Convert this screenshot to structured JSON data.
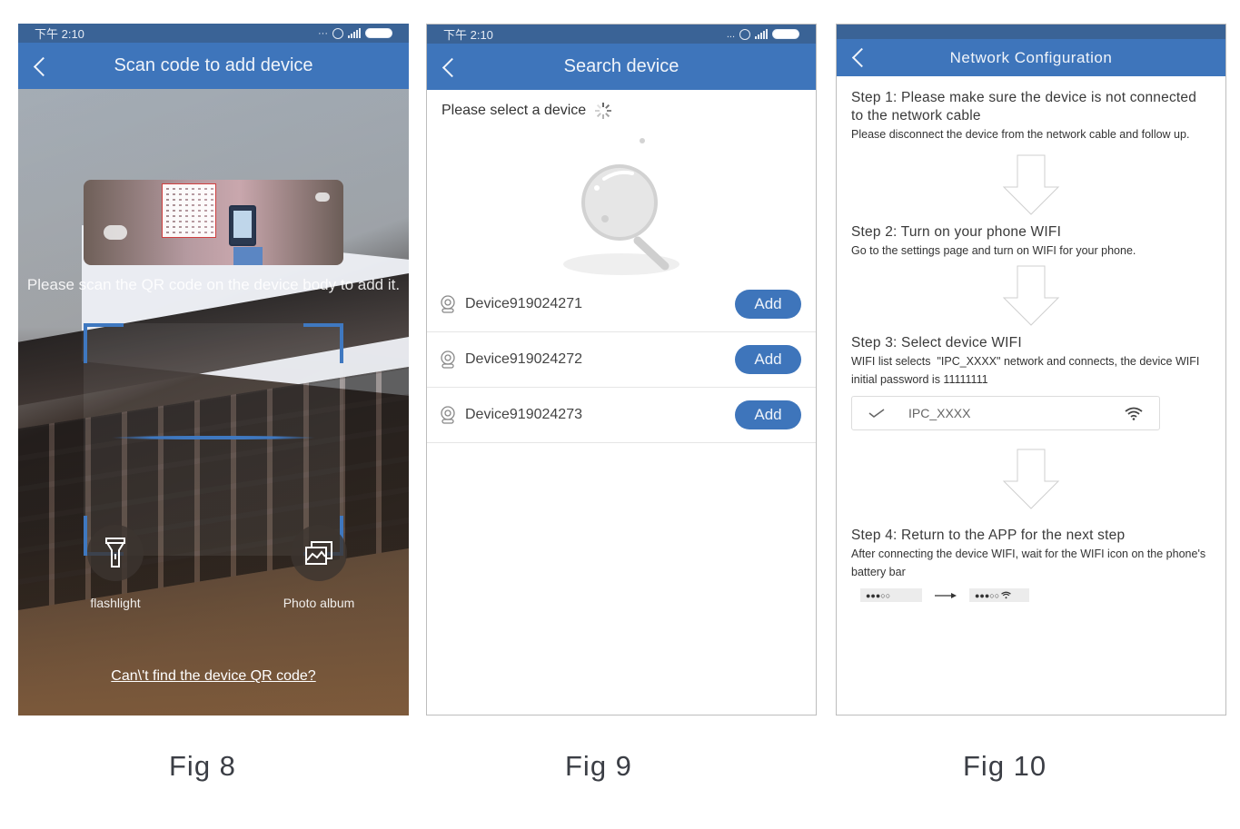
{
  "status_bar": {
    "time": "下午 2:10",
    "dots": "···"
  },
  "fig8": {
    "title": "Scan code to add device",
    "instruction": "Please scan the QR code on the device body to add it.",
    "tools": [
      {
        "id": "flashlight",
        "label": "flashlight",
        "icon": "flashlight-icon"
      },
      {
        "id": "album",
        "label": "Photo album",
        "icon": "photo-album-icon"
      }
    ],
    "help_link": "Can\\'t find the device QR code?",
    "caption": "Fig  8"
  },
  "fig9": {
    "title": "Search device",
    "prompt": "Please select a device",
    "devices": [
      {
        "name": "Device919024271",
        "action": "Add"
      },
      {
        "name": "Device919024272",
        "action": "Add"
      },
      {
        "name": "Device919024273",
        "action": "Add"
      }
    ],
    "caption": "Fig  9"
  },
  "fig10": {
    "title": "Network Configuration",
    "steps": [
      {
        "heading": "Step 1: Please make sure the device is not connected to the network cable",
        "body": "Please disconnect the device from the network cable and follow up."
      },
      {
        "heading": "Step 2: Turn on your phone WIFI",
        "body": "Go to the settings page and turn on WIFI for your phone."
      },
      {
        "heading": "Step 3: Select device WIFI",
        "body": "WIFI list selects  \"IPC_XXXX\" network and connects, the device WIFI initial password is 11111111"
      },
      {
        "heading": "Step 4: Return to the APP for the next step",
        "body": "After connecting the device WIFI, wait for the WIFI icon  on the phone's battery bar"
      }
    ],
    "wifi_item": {
      "ssid": "IPC_XXXX"
    },
    "caption": "Fig  10"
  },
  "colors": {
    "nav_blue": "#3e75bb",
    "status_blue": "#3a6396",
    "accent_blue": "#3f78c0"
  }
}
